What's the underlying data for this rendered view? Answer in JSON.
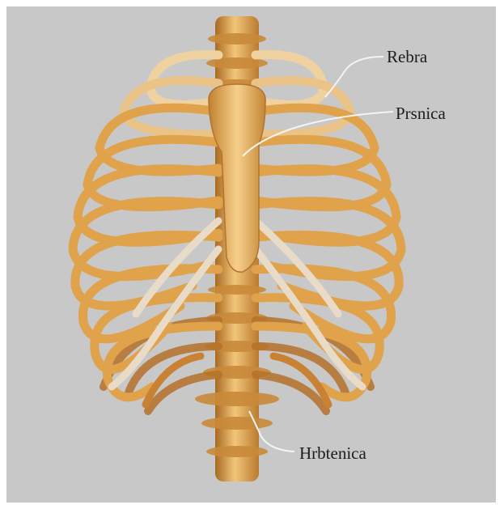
{
  "labels": {
    "ribs": "Rebra",
    "sternum": "Prsnica",
    "spine": "Hrbtenica"
  },
  "colors": {
    "background": "#c8c8c8",
    "bone": "#e2a448",
    "bone_dark": "#a86a22",
    "bone_light": "#f3d9a6",
    "cartilage": "#e8dcc8",
    "leader_line": "#f4f4f4"
  }
}
